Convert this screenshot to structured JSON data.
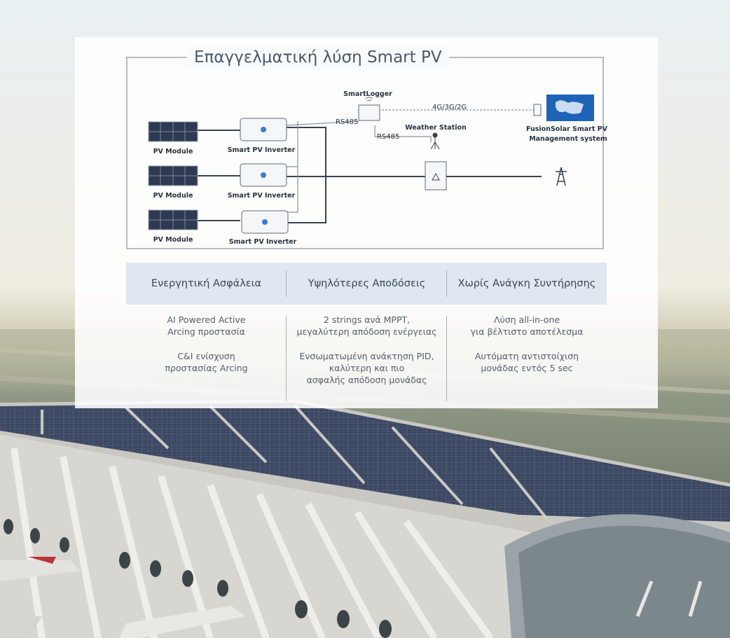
{
  "title": "Επαγγελματική λύση Smart PV",
  "diagram": {
    "pv_module": "PV Module",
    "inverter": "Smart PV Inverter",
    "smartlogger": "SmartLogger",
    "rs485_a": "RS485",
    "rs485_b": "RS485",
    "network": "4G/3G/2G",
    "weather": "Weather Station",
    "fusion_line1": "FusionSolar Smart PV",
    "fusion_line2": "Management system"
  },
  "features": [
    {
      "heading": "Ενεργητική Ασφάλεια",
      "items": [
        "AI Powered Active\nArcing προστασία",
        "C&I ενίσχυση\nπροστασίας Arcing"
      ]
    },
    {
      "heading": "Υψηλότερες Αποδόσεις",
      "items": [
        "2 strings ανά MPPT,\nμεγαλύτερη απόδοση ενέργειας",
        "Ενσωματωμένη ανάκτηση PID,\nκαλύτερη και πιο\nασφαλής απόδοση μονάδας"
      ]
    },
    {
      "heading": "Χωρίς Ανάγκη Συντήρησης",
      "items": [
        "Λύση all-in-one\nγια βέλτιστο αποτέλεσμα",
        "Αυτόματη αντιστοίχιση\nμονάδας εντός 5 sec"
      ]
    }
  ],
  "colors": {
    "frame": "#b6bcc4",
    "text": "#4a5a6c",
    "header_band": "#dfe7f0",
    "wire": "#3a4250",
    "panel": "#2d3a52"
  }
}
